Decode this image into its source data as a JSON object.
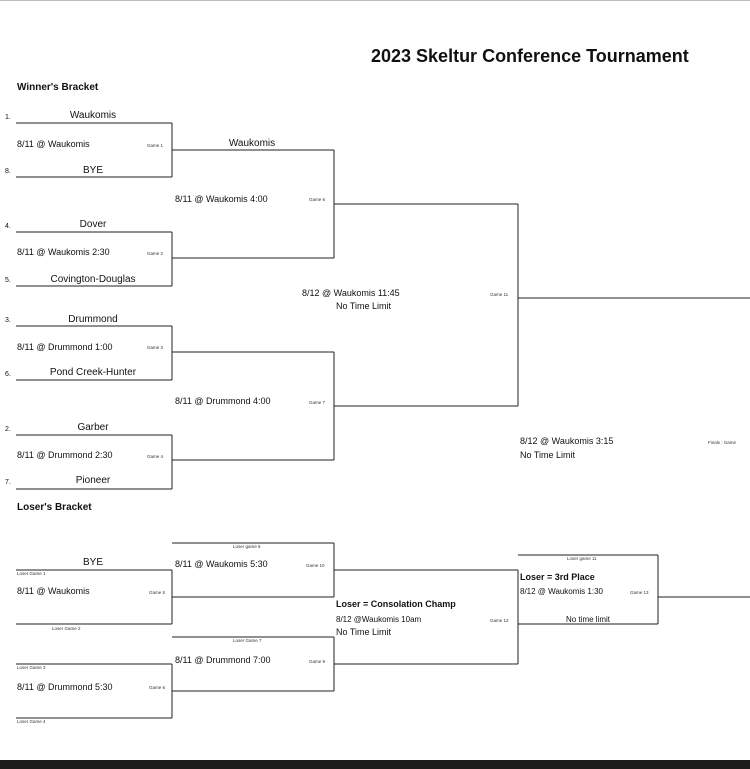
{
  "title": "2023 Skeltur Conference Tournament",
  "winners_bracket": {
    "label": "Winner's Bracket",
    "round1": [
      {
        "seed_top": "1.",
        "team_top": "Waukomis",
        "info": "8/11 @ Waukomis",
        "game": "Game 1",
        "seed_bottom": "8.",
        "team_bottom": "BYE"
      },
      {
        "seed_top": "4.",
        "team_top": "Dover",
        "info": "8/11 @ Waukomis 2:30",
        "game": "Game 2",
        "seed_bottom": "5.",
        "team_bottom": "Covington-Douglas"
      },
      {
        "seed_top": "3.",
        "team_top": "Drummond",
        "info": "8/11 @ Drummond 1:00",
        "game": "Game 3",
        "seed_bottom": "6.",
        "team_bottom": "Pond Creek-Hunter"
      },
      {
        "seed_top": "2.",
        "team_top": "Garber",
        "info": "8/11 @ Drummond 2:30",
        "game": "Game 4",
        "seed_bottom": "7.",
        "team_bottom": "Pioneer"
      }
    ],
    "round2": [
      {
        "team_top": "Waukomis",
        "info": "8/11 @ Waukomis 4:00",
        "game": "Game 6"
      },
      {
        "info": "8/11 @ Drummond 4:00",
        "game": "Game 7"
      }
    ],
    "semifinal": {
      "info_line1": "8/12 @ Waukomis 11:45",
      "info_line2": "No Time Limit",
      "game": "Game 11"
    },
    "final": {
      "info_line1": "8/12 @ Waukomis 3:15",
      "info_line2": "No Time Limit",
      "game": "Finals : Game"
    }
  },
  "losers_bracket": {
    "label": "Loser's Bracket",
    "round1": [
      {
        "loser_top": "Loser Game 1",
        "team_top": "BYE",
        "info": "8/11 @ Waukomis",
        "game": "Game 5",
        "loser_bottom": "Loser Game 2"
      },
      {
        "loser_top": "Loser Game 3",
        "info": "8/11 @  Drummond 5:30",
        "game": "Game 6",
        "loser_bottom": "Loser Game 4"
      }
    ],
    "round2": [
      {
        "loser_top": "Loser game 6",
        "info": "8/11 @ Waukomis 5:30",
        "game": "Game 10"
      },
      {
        "loser_top": "Loser Game 7",
        "info": "8/11 @ Drummond 7:00",
        "game": "Game 9"
      }
    ],
    "consolation": {
      "label": "Loser = Consolation Champ",
      "info_line1": "8/12 @Waukomis 10am",
      "info_line2": "No Time Limit",
      "game": "Game 12"
    },
    "third_place": {
      "loser_top": "Loser game 11",
      "label": "Loser = 3rd Place",
      "info": "8/12 @ Waukomis 1:30",
      "game": "Game 13",
      "note": "No time limit"
    }
  }
}
